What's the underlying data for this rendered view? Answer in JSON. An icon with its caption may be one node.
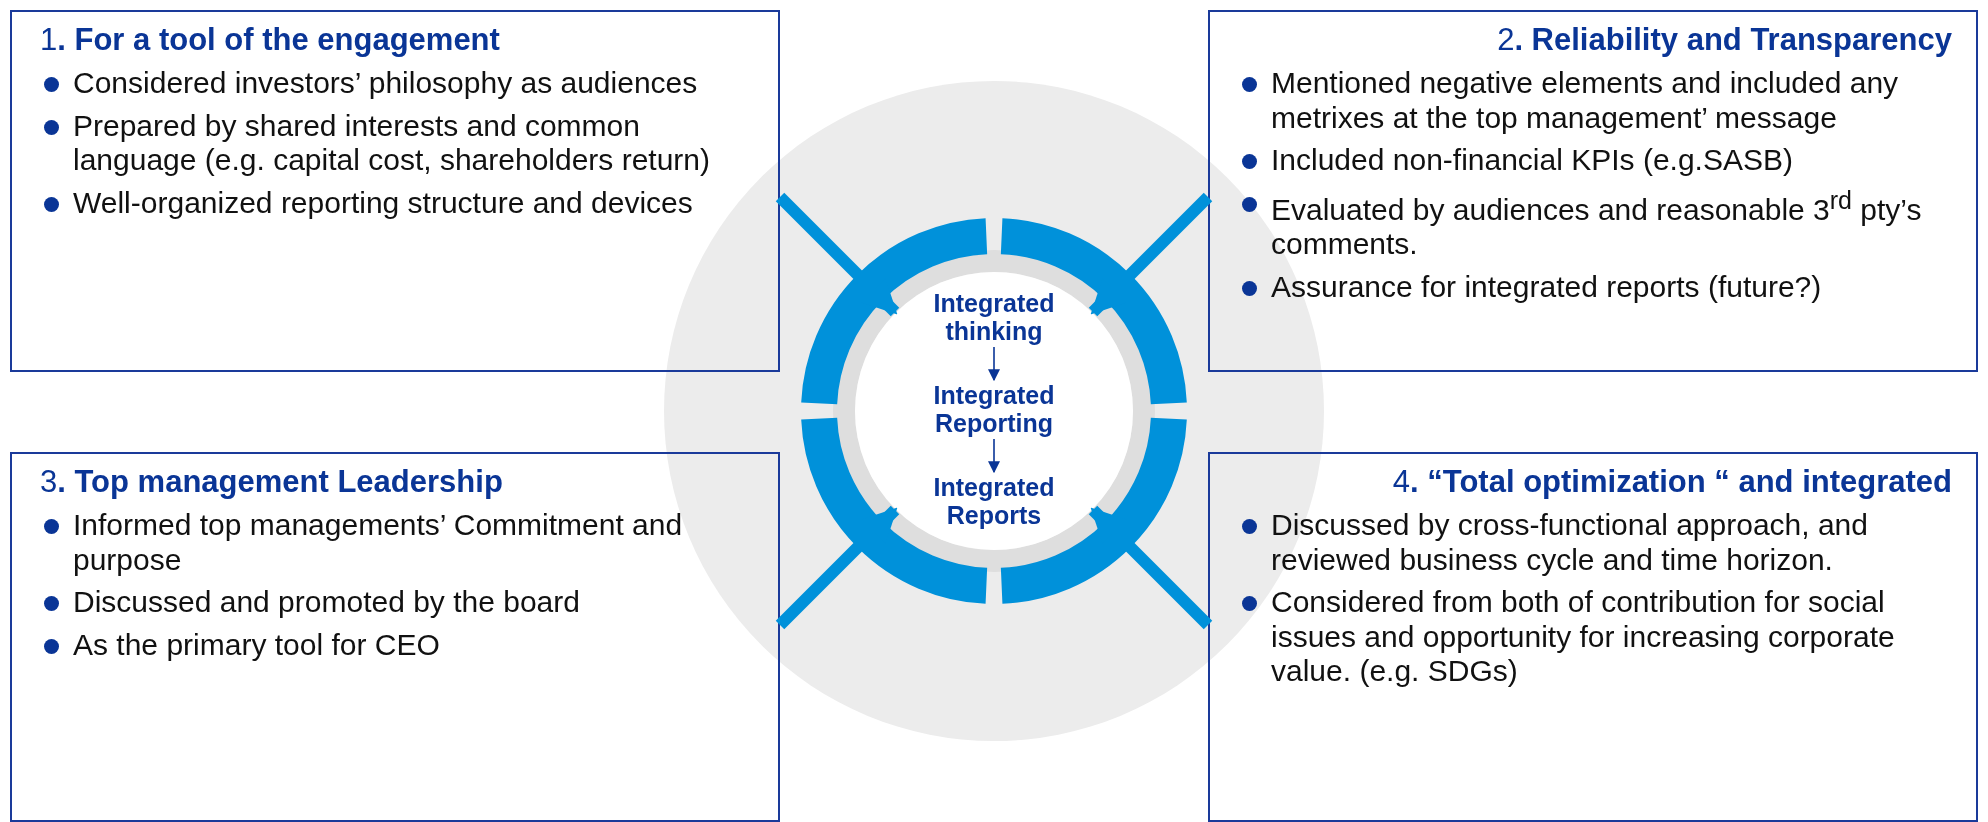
{
  "diagram": {
    "nodes": [
      {
        "text": [
          "1**.  For a tool of the engagement**",
          "Considered investors’ philosophy as audiences",
          "Prepared by shared interests and common language (e.g. capital cost, shareholders return)",
          "Well-organized reporting structure and devices"
        ]
      },
      {
        "text": [
          "2**.  Reliability and Transparency**",
          "Mentioned negative elements and included any metrixes at the top management’ message",
          "Included non-financial KPIs (e.g.SASB)",
          "Evaluated by audiences and reasonable 3$^{rd}$ pty’s comments.",
          "Assurance for integrated reports (future?)"
        ]
      },
      {
        "text": [
          "3**.  Top management Leadership**",
          "Informed top managements’ Commitment and purpose",
          "Discussed and promoted by the board",
          "As the primary tool for CEO"
        ]
      },
      {
        "text": [
          "4**.  “Total optimization “ and integrated**",
          "Discussed by cross-functional approach, and reviewed business cycle and time horizon.",
          "Considered from both of contribution for social issues  and opportunity for increasing corporate value. (e.g. SDGs)"
        ]
      },
      {
        "text": [],
        "shape": "circle"
      },
      {
        "text": [
          "Integrated thinking"
        ],
        "in": 4
      },
      {
        "text": [
          "Integrated Reporting"
        ],
        "in": 4
      },
      {
        "text": [
          "Integrated Reports"
        ],
        "in": 4
      }
    ],
    "edges": [
      {
        "from": 0,
        "to": 4,
        "arrow": "to"
      },
      {
        "from": 1,
        "to": 4,
        "arrow": "to"
      },
      {
        "from": 2,
        "to": 4,
        "arrow": "to"
      },
      {
        "from": 3,
        "to": 4,
        "arrow": "to"
      },
      {
        "from": 5,
        "to": 6,
        "arrow": "to",
        "color": "#0a3596"
      },
      {
        "from": 6,
        "to": 7,
        "arrow": "to",
        "color": "#0a3596"
      }
    ]
  }
}
